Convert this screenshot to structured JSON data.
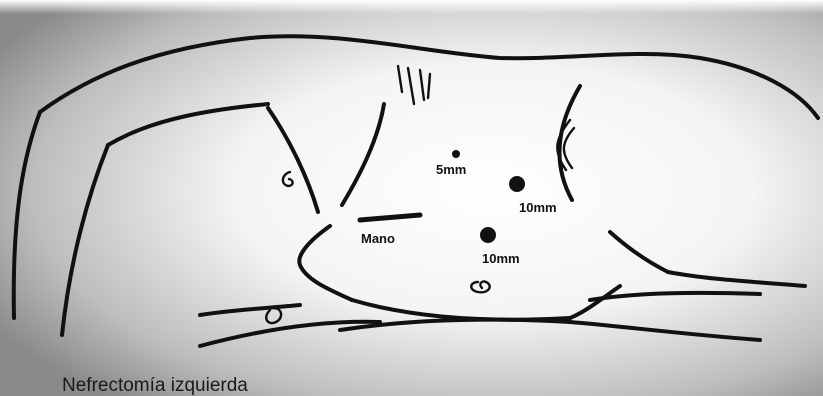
{
  "figure": {
    "caption": "Nefrectomía izquierda",
    "labels": {
      "port_5mm": "5mm",
      "port_10mm_upper": "10mm",
      "port_10mm_lower": "10mm",
      "hand": "Mano"
    }
  },
  "colors": {
    "ink": "#111111",
    "background_center": "#ffffff",
    "background_edge": "#8a8a8a"
  }
}
